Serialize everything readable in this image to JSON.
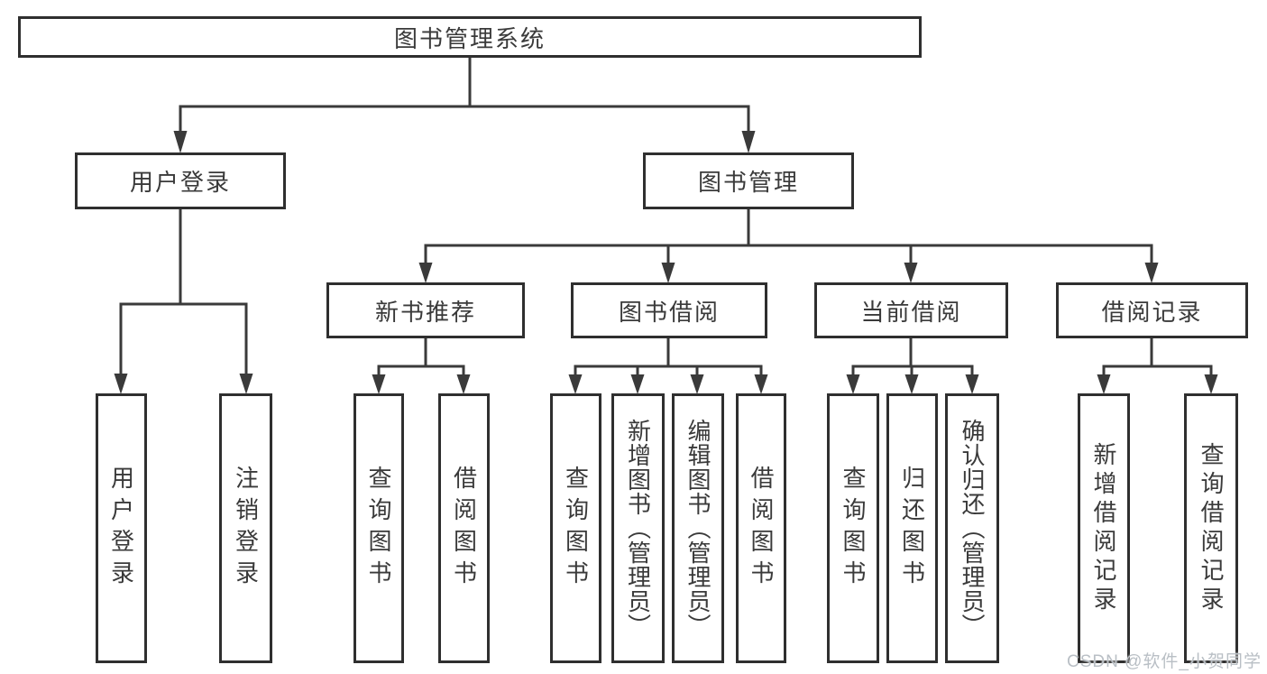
{
  "tree": {
    "label": "图书管理系统",
    "children": [
      {
        "label": "用户登录",
        "children": [
          {
            "label": "用户登录"
          },
          {
            "label": "注销登录"
          }
        ]
      },
      {
        "label": "图书管理",
        "children": [
          {
            "label": "新书推荐",
            "children": [
              {
                "label": "查询图书"
              },
              {
                "label": "借阅图书"
              }
            ]
          },
          {
            "label": "图书借阅",
            "children": [
              {
                "label": "查询图书"
              },
              {
                "label": "新增图书（管理员）"
              },
              {
                "label": "编辑图书（管理员）"
              },
              {
                "label": "借阅图书"
              }
            ]
          },
          {
            "label": "当前借阅",
            "children": [
              {
                "label": "查询图书"
              },
              {
                "label": "归还图书"
              },
              {
                "label": "确认归还（管理员）"
              }
            ]
          },
          {
            "label": "借阅记录",
            "children": [
              {
                "label": "新增借阅记录"
              },
              {
                "label": "查询借阅记录"
              }
            ]
          }
        ]
      }
    ]
  },
  "watermark": {
    "text": "CSDN @软件_小贺同学"
  },
  "colors": {
    "line": "#3a3a3a",
    "box_border": "#2f2f2f",
    "text": "#3a3a3a",
    "watermark_text": "#b9bfc5",
    "background": "#ffffff"
  }
}
